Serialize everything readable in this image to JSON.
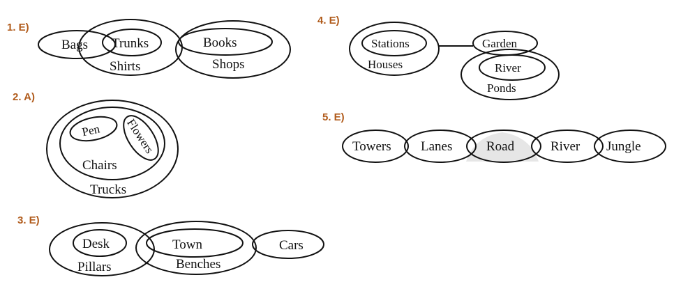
{
  "diagrams": [
    {
      "label": "1. E)",
      "words": [
        "Bags",
        "Trunks",
        "Books",
        "Shirts",
        "Shops"
      ]
    },
    {
      "label": "2. A)",
      "words": [
        "Pen",
        "Flowers",
        "Chairs",
        "Trucks"
      ]
    },
    {
      "label": "3. E)",
      "words": [
        "Desk",
        "Town",
        "Cars",
        "Pillars",
        "Benches"
      ]
    },
    {
      "label": "4. E)",
      "words": [
        "Stations",
        "Houses",
        "Garden",
        "River",
        "Ponds"
      ]
    },
    {
      "label": "5. E)",
      "words": [
        "Towers",
        "Lanes",
        "Road",
        "River",
        "Jungle"
      ]
    }
  ]
}
